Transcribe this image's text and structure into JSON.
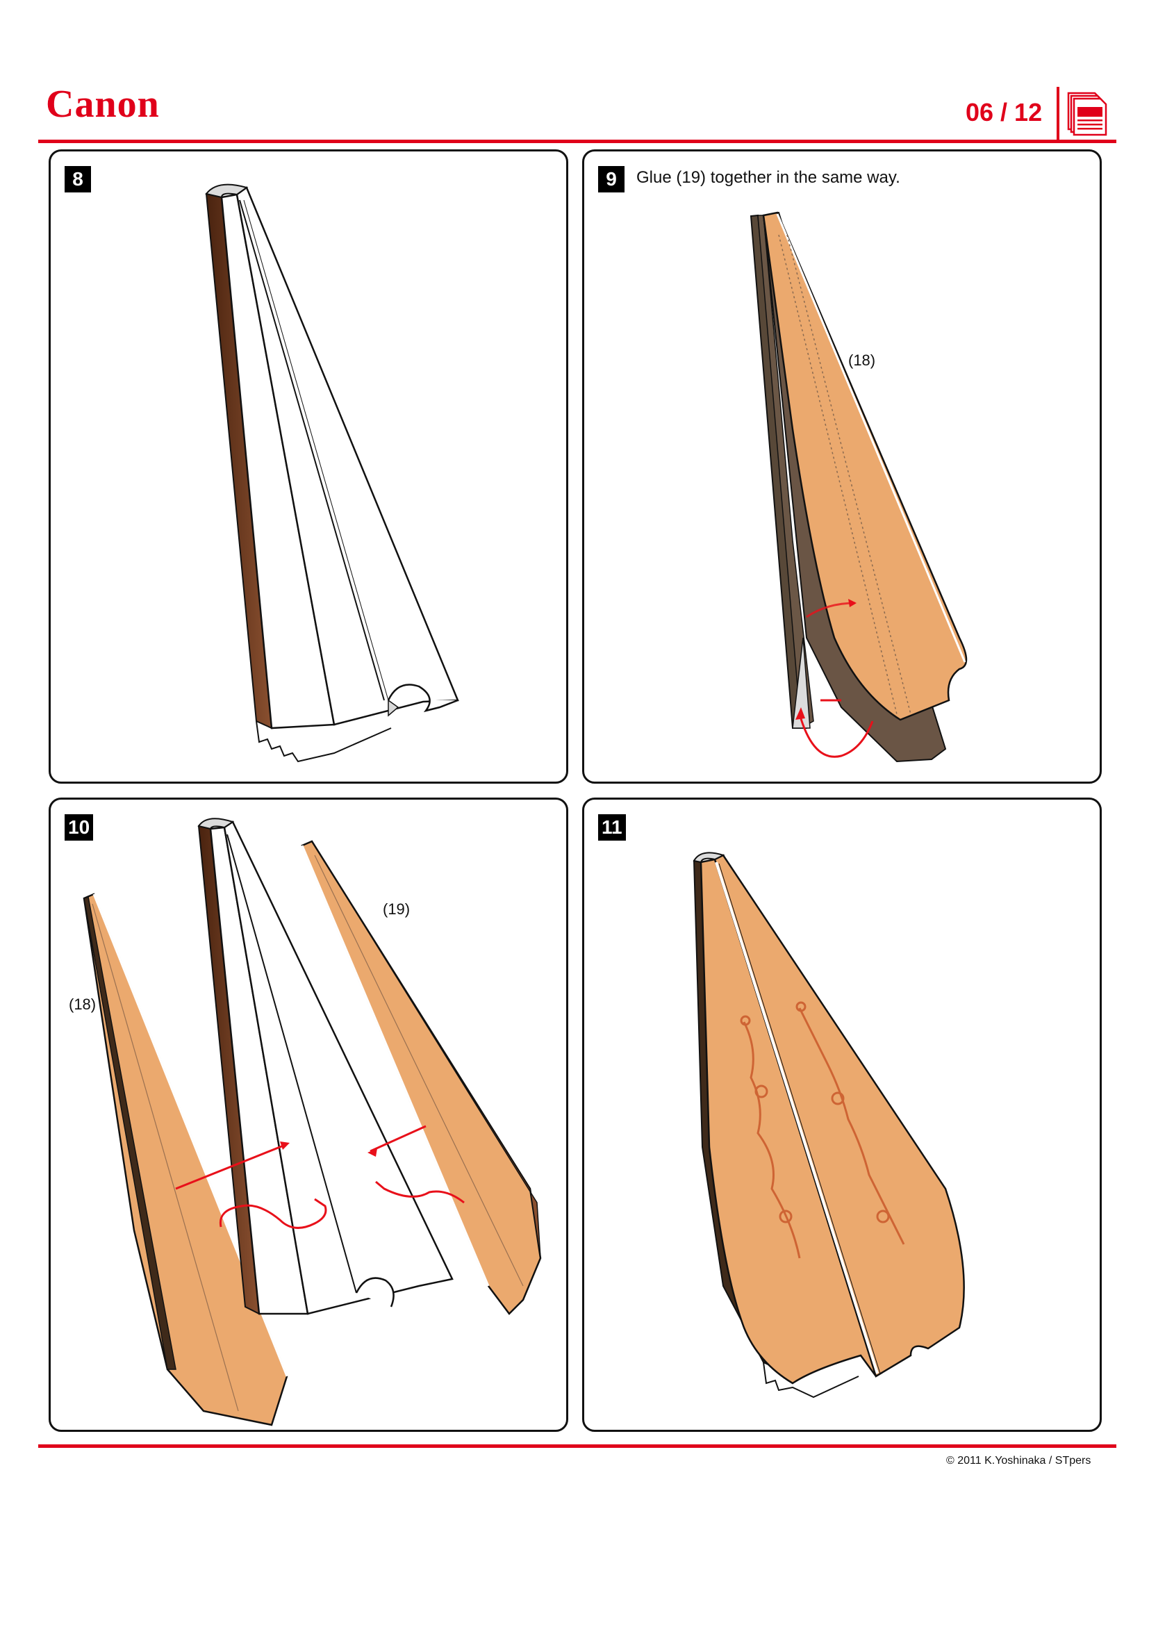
{
  "header": {
    "logo": "Canon",
    "page_indicator": "06 / 12",
    "icon": "document-pages-icon",
    "accent_color": "#e0001a"
  },
  "panels": [
    {
      "step": "8",
      "instruction": "",
      "labels": []
    },
    {
      "step": "9",
      "instruction": "Glue (19) together in the same way.",
      "labels": [
        "(18)"
      ]
    },
    {
      "step": "10",
      "instruction": "",
      "labels": [
        "(18)",
        "(19)"
      ]
    },
    {
      "step": "11",
      "instruction": "",
      "labels": []
    }
  ],
  "colors": {
    "paper_orange": "#eba96e",
    "dark_brown": "#5e3019",
    "grey_brown": "#5a4a3c",
    "arrow_red": "#e8101a"
  },
  "footer": {
    "copyright": "© 2011 K.Yoshinaka / STpers"
  }
}
